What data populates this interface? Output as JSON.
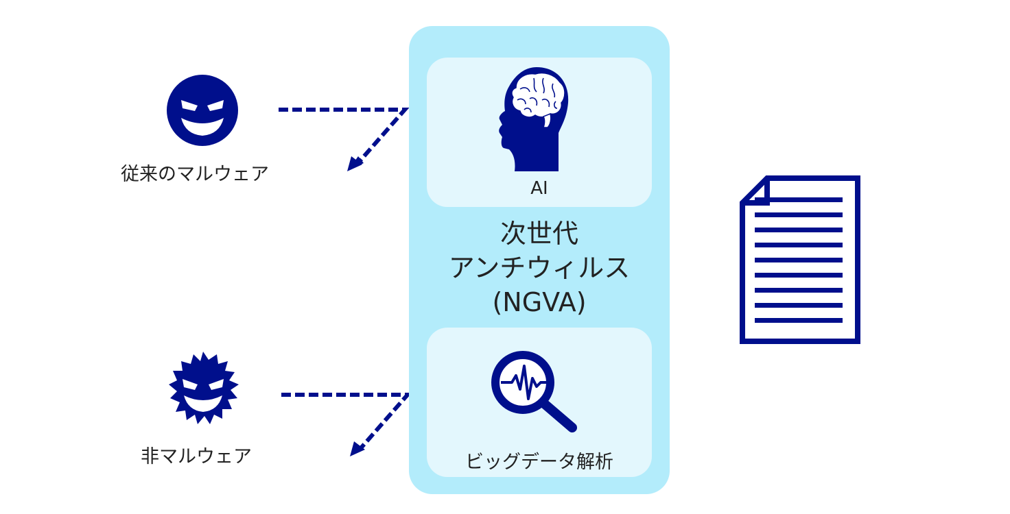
{
  "colors": {
    "navy": "#000f8c",
    "panel": "#b3ecfb",
    "card": "#e3f7fd",
    "text": "#222222"
  },
  "inputs": {
    "conventional_malware": {
      "label": "従来のマルウェア",
      "icon": "evil-face-icon"
    },
    "non_malware": {
      "label": "非マルウェア",
      "icon": "virus-face-icon"
    }
  },
  "ngva": {
    "title_lines": [
      "次世代",
      "アンチウィルス",
      "(NGVA)"
    ],
    "components": [
      {
        "label": "AI",
        "icon": "brain-head-icon"
      },
      {
        "label": "ビッグデータ解析",
        "icon": "magnifier-waveform-icon"
      }
    ]
  },
  "output": {
    "icon": "document-icon"
  }
}
